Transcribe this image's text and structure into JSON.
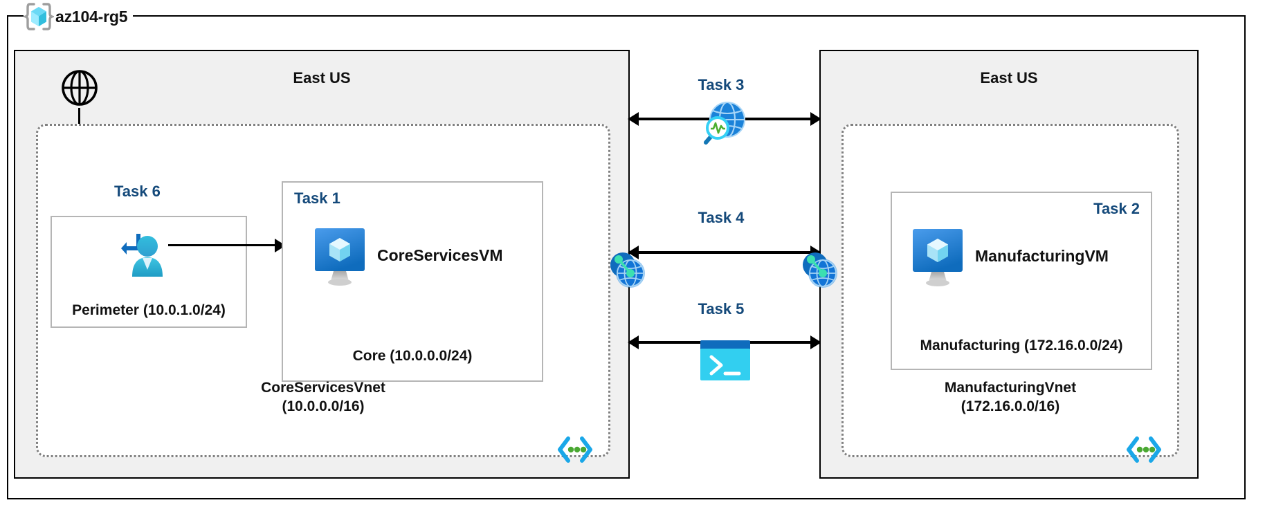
{
  "resource_group": {
    "name": "az104-rg5",
    "icon": "azure-resource-group-icon"
  },
  "regions": [
    {
      "id": "left",
      "title": "East US"
    },
    {
      "id": "right",
      "title": "East US"
    }
  ],
  "internet": {
    "icon": "globe-icon"
  },
  "left_region": {
    "vnet": {
      "name": "CoreServicesVnet",
      "cidr": "(10.0.0.0/16)",
      "code_icon": "code-brackets-icon"
    },
    "subnets": [
      {
        "id": "perimeter",
        "task": "Task 6",
        "name": "Perimeter",
        "cidr": "(10.0.1.0/24)",
        "icon": "azure-bastion-icon"
      },
      {
        "id": "core",
        "task": "Task 1",
        "name": "Core",
        "cidr": "(10.0.0.0/24)",
        "vm_name": "CoreServicesVM",
        "vm_icon": "virtual-machine-icon"
      }
    ]
  },
  "right_region": {
    "vnet": {
      "name": "ManufacturingVnet",
      "cidr": "(172.16.0.0/16)",
      "code_icon": "code-brackets-icon"
    },
    "subnets": [
      {
        "id": "manufacturing",
        "task": "Task 2",
        "name": "Manufacturing",
        "cidr": "(172.16.0.0/24)",
        "vm_name": "ManufacturingVM",
        "vm_icon": "virtual-machine-icon"
      }
    ]
  },
  "connectors": [
    {
      "id": "task3",
      "label": "Task 3",
      "icon": "network-watcher-icon"
    },
    {
      "id": "task4",
      "label": "Task 4",
      "icon": "vnet-peering-icon"
    },
    {
      "id": "task5",
      "label": "Task 5",
      "icon": "cloud-shell-icon"
    }
  ],
  "peering": {
    "left_icon": "vnet-peering-icon",
    "right_icon": "vnet-peering-icon"
  },
  "colors": {
    "task_label": "#14497a",
    "region_fill": "#f0f0f0",
    "region_border": "#000000",
    "vnet_border": "#808080",
    "subnet_border": "#b5b5b5",
    "azure_blue": "#0078d4",
    "cyan": "#50e6ff",
    "green": "#5bb946"
  }
}
